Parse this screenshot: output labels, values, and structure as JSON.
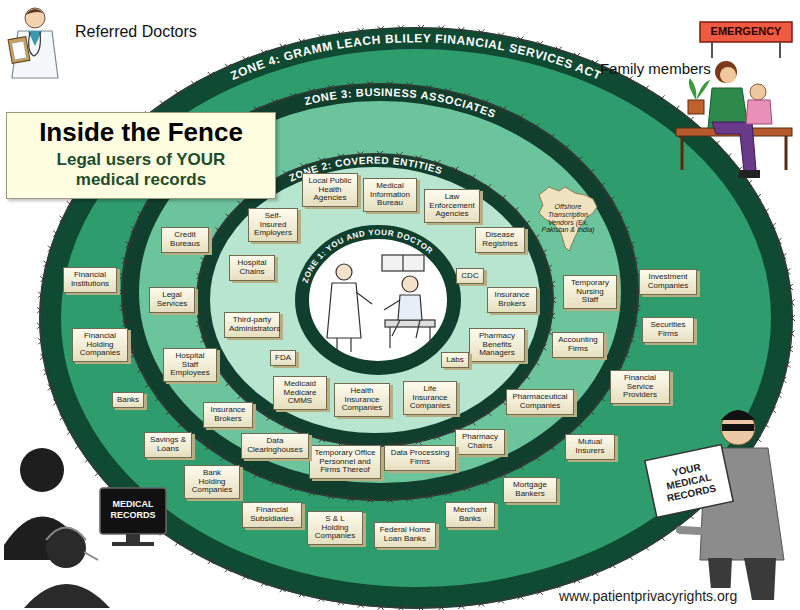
{
  "diagram": {
    "nodes": [
      {
        "text": [
          "Inside the Fence",
          "Legal users of YOUR medical records"
        ]
      },
      {
        "text": [
          "ZONE 4: GRAMM LEACH BLILEY FINANCIAL SERVICES ACT"
        ]
      },
      {
        "text": [
          "ZONE 3: BUSINESS ASSOCIATES"
        ],
        "in": 1
      },
      {
        "text": [
          "ZONE 2: COVERED ENTITIES"
        ],
        "in": 2
      },
      {
        "text": [
          "ZONE 1: YOU AND YOUR DOCTOR"
        ],
        "in": 3
      },
      {
        "text": [
          "Local Public Health Agencies"
        ],
        "in": 3
      },
      {
        "text": [
          "Medical Information Bureau"
        ],
        "in": 3
      },
      {
        "text": [
          "Law Enforcement Agencies"
        ],
        "in": 3
      },
      {
        "text": [
          "Disease Registries"
        ],
        "in": 3
      },
      {
        "text": [
          "Insurance Brokers"
        ],
        "in": 3
      },
      {
        "text": [
          "CDC"
        ],
        "in": 3
      },
      {
        "text": [
          "Pharmacy Benefits Managers"
        ],
        "in": 3
      },
      {
        "text": [
          "Labs"
        ],
        "in": 3
      },
      {
        "text": [
          "Life Insurance Companies"
        ],
        "in": 3
      },
      {
        "text": [
          "Health Insurance Companies"
        ],
        "in": 3
      },
      {
        "text": [
          "Medicaid Medicare CMMS"
        ],
        "in": 3
      },
      {
        "text": [
          "FDA"
        ],
        "in": 3
      },
      {
        "text": [
          "Third-party Administrators"
        ],
        "in": 3
      },
      {
        "text": [
          "Hospital Chains"
        ],
        "in": 3
      },
      {
        "text": [
          "Self-Insured Employers"
        ],
        "in": 3
      },
      {
        "text": [
          "Offshore Transcription Vendors (Ex. Pakistan & India)"
        ],
        "in": 2
      },
      {
        "text": [
          "Temporary Nursing Staff"
        ],
        "in": 2
      },
      {
        "text": [
          "Accounting Firms"
        ],
        "in": 2
      },
      {
        "text": [
          "Pharmaceutical Companies"
        ],
        "in": 2
      },
      {
        "text": [
          "Pharmacy Chains"
        ],
        "in": 2
      },
      {
        "text": [
          "Data Processing Firms"
        ],
        "in": 2
      },
      {
        "text": [
          "Temporary Office Personnel and Firms Thereof"
        ],
        "in": 2
      },
      {
        "text": [
          "Data Clearinghouses"
        ],
        "in": 2
      },
      {
        "text": [
          "Insurance Brokers"
        ],
        "in": 2
      },
      {
        "text": [
          "Hospital Staff Employees"
        ],
        "in": 2
      },
      {
        "text": [
          "Legal Services"
        ],
        "in": 2
      },
      {
        "text": [
          "Credit Bureaus"
        ],
        "in": 2
      },
      {
        "text": [
          "Financial Institutions"
        ],
        "in": 1
      },
      {
        "text": [
          "Financial Holding Companies"
        ],
        "in": 1
      },
      {
        "text": [
          "Banks"
        ],
        "in": 1
      },
      {
        "text": [
          "Savings & Loans"
        ],
        "in": 1
      },
      {
        "text": [
          "Bank Holding Companies"
        ],
        "in": 1
      },
      {
        "text": [
          "Financial Subsidiaries"
        ],
        "in": 1
      },
      {
        "text": [
          "S & L Holding Companies"
        ],
        "in": 1
      },
      {
        "text": [
          "Federal Home Loan Banks"
        ],
        "in": 1
      },
      {
        "text": [
          "Merchant Banks"
        ],
        "in": 1
      },
      {
        "text": [
          "Mortgage Bankers"
        ],
        "in": 1
      },
      {
        "text": [
          "Mutual Insurers"
        ],
        "in": 1
      },
      {
        "text": [
          "Financial Service Providers"
        ],
        "in": 1
      },
      {
        "text": [
          "Securities Firms"
        ],
        "in": 1
      },
      {
        "text": [
          "Investment Companies"
        ],
        "in": 1
      }
    ],
    "labels": [
      "Referred Doctors",
      "Family members",
      "EMERGENCY",
      "MEDICAL RECORDS",
      "YOUR MEDICAL RECORDS",
      "www.patientprivacyrights.org"
    ]
  }
}
